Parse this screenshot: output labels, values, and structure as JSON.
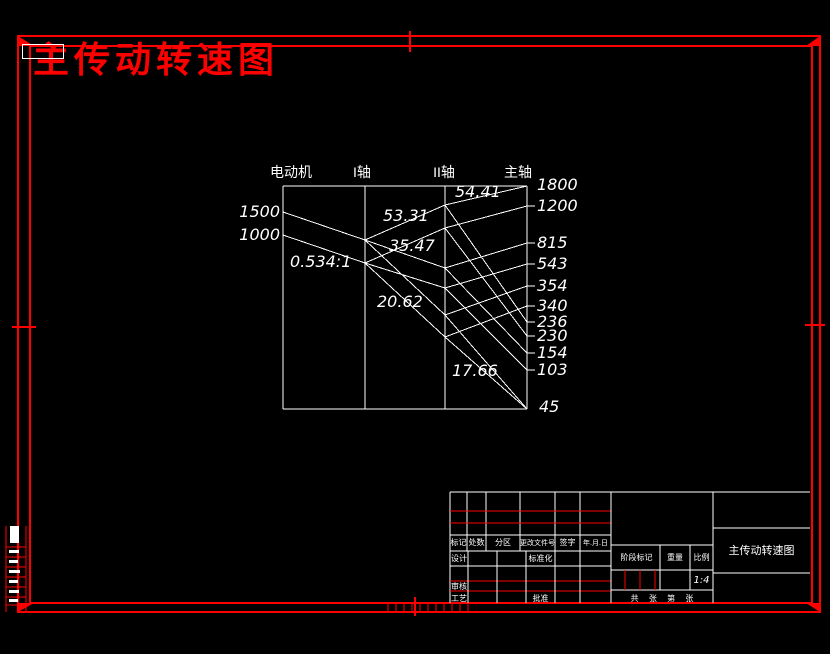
{
  "colors": {
    "background": "#000000",
    "line": "#ffffff",
    "frame": "#ff0000"
  },
  "title": {
    "main": "主传动转速图"
  },
  "diagram": {
    "columns": [
      "电动机",
      "I轴",
      "II轴",
      "主轴"
    ],
    "motor_speeds": [
      "1500",
      "1000"
    ],
    "reduction_ratio": "0.534:1",
    "mid_labels": [
      "53.31",
      "35.47",
      "20.62",
      "54.41",
      "17.66"
    ],
    "spindle_speeds": [
      "1800",
      "1200",
      "815",
      "543",
      "354",
      "340",
      "236",
      "230",
      "154",
      "103",
      "45"
    ],
    "lines": [
      [
        283,
        186,
        527,
        186
      ],
      [
        283,
        409,
        527,
        409
      ],
      [
        283,
        186,
        283,
        409
      ],
      [
        527,
        186,
        527,
        409
      ],
      [
        365,
        186,
        365,
        409
      ],
      [
        445,
        186,
        445,
        409
      ],
      [
        283,
        212,
        365,
        240
      ],
      [
        283,
        235,
        365,
        263
      ],
      [
        365,
        240,
        445,
        205
      ],
      [
        365,
        240,
        445,
        268
      ],
      [
        365,
        240,
        445,
        315
      ],
      [
        365,
        263,
        445,
        228
      ],
      [
        365,
        263,
        445,
        288
      ],
      [
        365,
        263,
        445,
        337
      ],
      [
        445,
        205,
        527,
        186
      ],
      [
        445,
        228,
        527,
        206
      ],
      [
        445,
        268,
        527,
        243
      ],
      [
        445,
        288,
        527,
        264
      ],
      [
        445,
        315,
        527,
        286
      ],
      [
        445,
        337,
        527,
        306
      ],
      [
        445,
        205,
        527,
        322
      ],
      [
        445,
        228,
        527,
        336
      ],
      [
        445,
        268,
        527,
        353
      ],
      [
        445,
        288,
        527,
        370
      ],
      [
        445,
        315,
        527,
        409
      ],
      [
        445,
        337,
        527,
        409
      ],
      [
        527,
        206,
        535,
        206
      ],
      [
        527,
        243,
        535,
        243
      ],
      [
        527,
        264,
        535,
        264
      ],
      [
        527,
        286,
        535,
        286
      ],
      [
        527,
        306,
        535,
        306
      ],
      [
        527,
        322,
        535,
        322
      ],
      [
        527,
        336,
        535,
        336
      ],
      [
        527,
        353,
        535,
        353
      ],
      [
        527,
        370,
        535,
        370
      ]
    ]
  },
  "title_block": {
    "rev_headers": [
      "标记",
      "处数",
      "分区",
      "更改文件号",
      "签字",
      "年.月.日"
    ],
    "design": "设计",
    "standardization": "标准化",
    "audit": "审核",
    "craft": "工艺",
    "approve": "批准",
    "stage_label": "阶段标记",
    "weight_label": "重量",
    "scale_label": "比例",
    "scale_value": "1:4",
    "sheet_label": "共 张 第 张",
    "drawing_name": "主传动转速图"
  }
}
